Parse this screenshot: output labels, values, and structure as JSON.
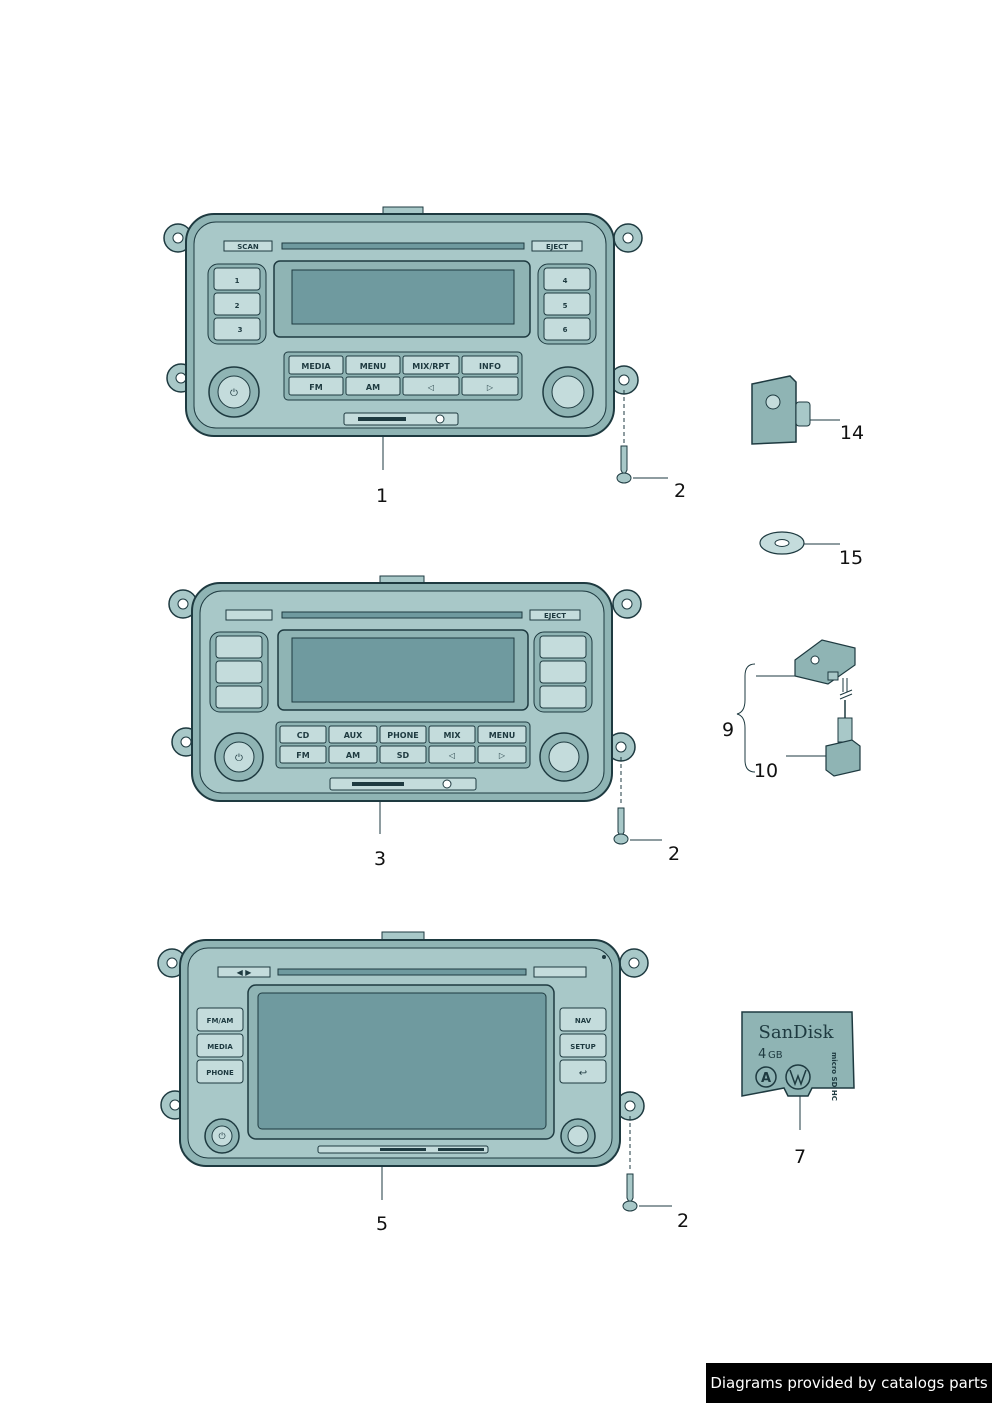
{
  "radio1": {
    "scan": "SCAN",
    "eject": "EJECT",
    "left_presets": [
      "1",
      "2",
      "3"
    ],
    "right_presets": [
      "4",
      "5",
      "6"
    ],
    "row1": [
      "MEDIA",
      "MENU",
      "MIX/RPT",
      "INFO"
    ],
    "row2": [
      "FM",
      "AM",
      "◁",
      "▷"
    ]
  },
  "radio2": {
    "eject": "EJECT",
    "row1": [
      "CD",
      "AUX",
      "PHONE",
      "MIX",
      "MENU"
    ],
    "row2": [
      "FM",
      "AM",
      "SD",
      "◁",
      "▷"
    ]
  },
  "radio3": {
    "left_buttons": [
      "FM/AM",
      "MEDIA",
      "PHONE"
    ],
    "right_buttons": [
      "NAV",
      "SETUP"
    ]
  },
  "sd_card": {
    "brand": "SanDisk",
    "capacity": "4",
    "capacity_unit": "GB",
    "grade": "A",
    "format": "micro SD HC"
  },
  "callouts": {
    "c1": "1",
    "c2a": "2",
    "c2b": "2",
    "c2c": "2",
    "c3": "3",
    "c5": "5",
    "c7": "7",
    "c9": "9",
    "c10": "10",
    "c14": "14",
    "c15": "15"
  },
  "footer": "Diagrams provided by catalogs parts",
  "colors": {
    "body": "#8fb4b4",
    "face": "#a8c8c8",
    "screen": "#6f9a9f",
    "outline": "#1e3a40"
  }
}
